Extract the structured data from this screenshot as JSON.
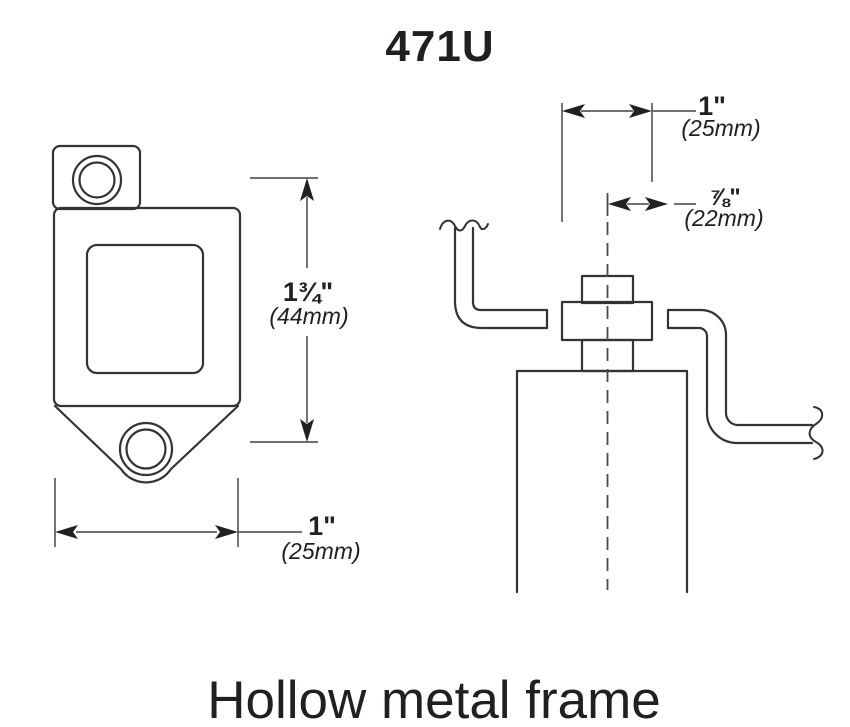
{
  "model_number": "471U",
  "caption": "Hollow metal frame",
  "front_view": {
    "description": "strike plate front view",
    "height_dim": {
      "imperial": "1¾\"",
      "metric": "(44mm)"
    },
    "width_dim": {
      "imperial": "1\"",
      "metric": "(25mm)"
    }
  },
  "section_view": {
    "description": "hollow metal frame section with strike installed",
    "width_dim": {
      "imperial": "1\"",
      "metric": "(25mm)"
    },
    "offset_dim": {
      "imperial": "⅞\"",
      "metric": "(22mm)"
    }
  },
  "colors": {
    "object_line": "#343233",
    "dimension_line": "#5b5b5b",
    "arrowhead": "#232021",
    "text": "#231f20",
    "background": "#ffffff"
  }
}
